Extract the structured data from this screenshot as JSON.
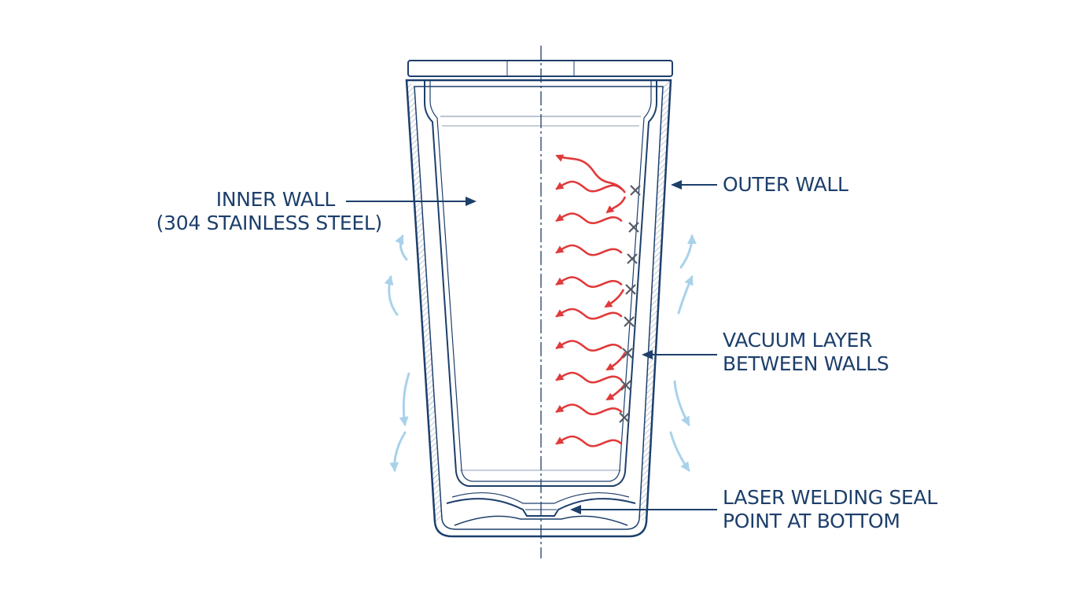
{
  "labels": {
    "inner_wall": {
      "line1": "INNER WALL",
      "line2": "(304 STAINLESS STEEL)"
    },
    "outer_wall": {
      "line1": "OUTER WALL"
    },
    "vacuum_layer": {
      "line1": "VACUUM LAYER",
      "line2": "BETWEEN WALLS"
    },
    "laser_weld": {
      "line1": "LASER WELDING SEAL",
      "line2": "POINT AT BOTTOM"
    }
  },
  "colors": {
    "outline": "#1d3f6b",
    "heat_arrow": "#e03a3a",
    "blocked_mark": "#555b66",
    "airflow": "#a9d2ea",
    "centerline": "#1d3f6b"
  },
  "heat_arrows": {
    "count": 9,
    "blocked_marks": 8
  }
}
